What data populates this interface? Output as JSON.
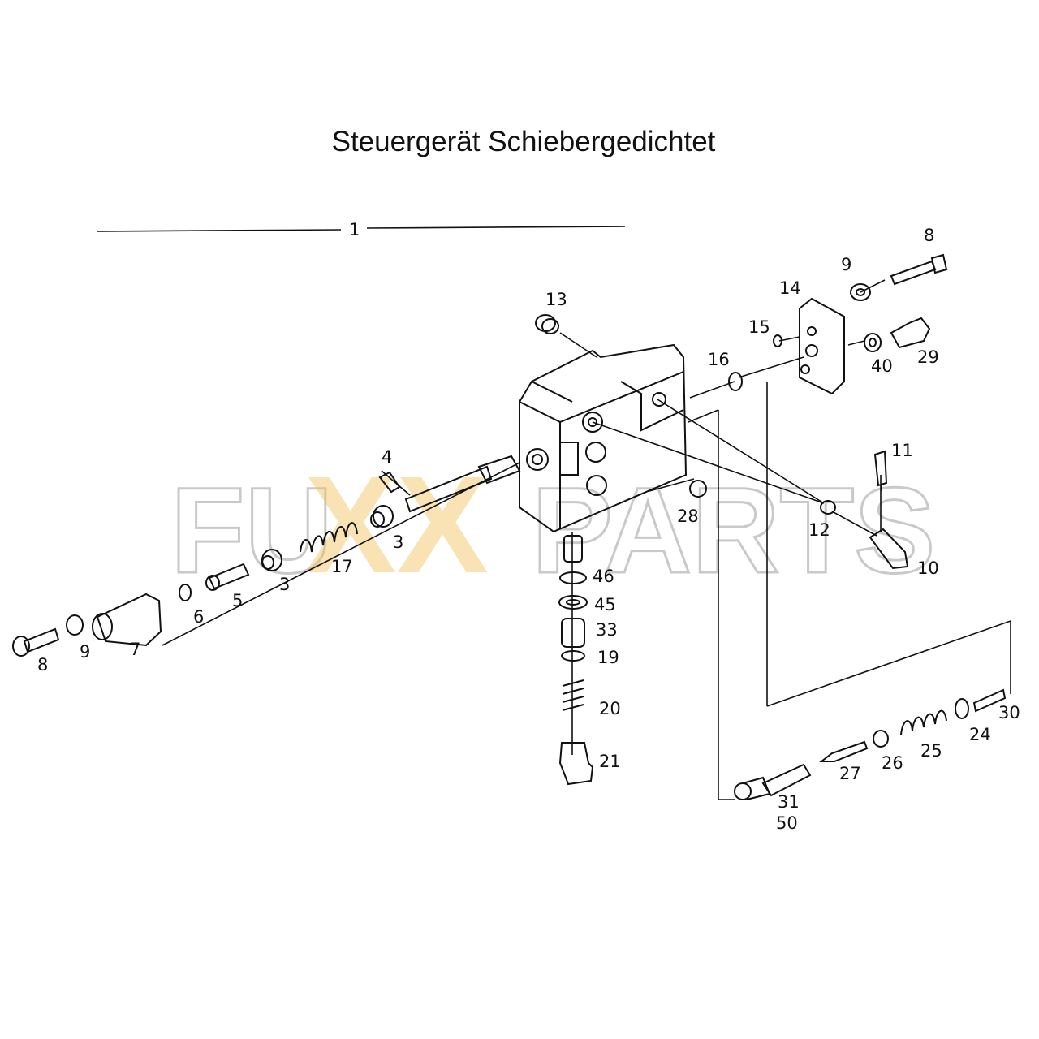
{
  "title": "Steuergerät Schiebergedichtet",
  "watermark": {
    "left": "FU",
    "middle": "XX",
    "right": "PARTS",
    "accent_color": "#f2c15a",
    "outline_color": "#c9c9c9"
  },
  "labels": {
    "assembly": "1",
    "p8_right": "8",
    "p9_right": "9",
    "p14": "14",
    "p13": "13",
    "p15": "15",
    "p16": "16",
    "p40": "40",
    "p29": "29",
    "p11": "11",
    "p12": "12",
    "p10": "10",
    "p28": "28",
    "p4": "4",
    "p3_upper": "3",
    "p17": "17",
    "p3_lower": "3",
    "p5": "5",
    "p6": "6",
    "p7": "7",
    "p9_left": "9",
    "p8_left": "8",
    "p46": "46",
    "p45": "45",
    "p33": "33",
    "p19": "19",
    "p20": "20",
    "p21": "21",
    "p30": "30",
    "p24": "24",
    "p25": "25",
    "p26": "26",
    "p27": "27",
    "p31": "31",
    "p50": "50"
  }
}
